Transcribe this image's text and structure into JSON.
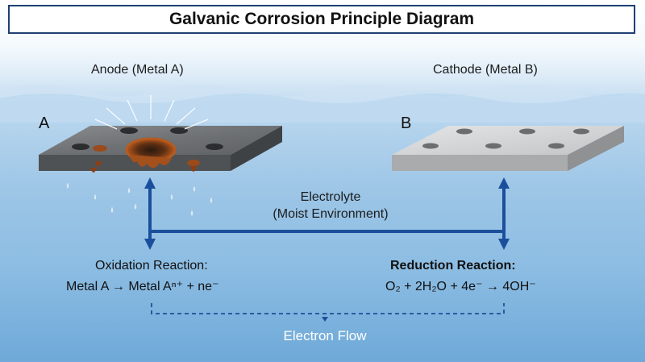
{
  "title": "Galvanic Corrosion Principle Diagram",
  "anode": {
    "label": "Anode (Metal A)",
    "letter": "A"
  },
  "cathode": {
    "label": "Cathode (Metal B)",
    "letter": "B"
  },
  "electrolyte": {
    "line1": "Electrolyte",
    "line2": "(Moist Environment)"
  },
  "oxidation": {
    "title": "Oxidation Reaction:",
    "equation": "Metal A → Metal Aⁿ⁺ + ne⁻"
  },
  "reduction": {
    "title": "Reduction Reaction:",
    "equation": "O₂ + 2H₂O + 4e⁻ → 4OH⁻"
  },
  "electron_flow": "Electron Flow",
  "colors": {
    "frame": "#1f3f73",
    "arrow": "#1b4f9c",
    "rust": "#a4501c",
    "anode_metal": "#6e7073",
    "cathode_metal": "#c9cbcd",
    "water": "#8dbde3"
  }
}
